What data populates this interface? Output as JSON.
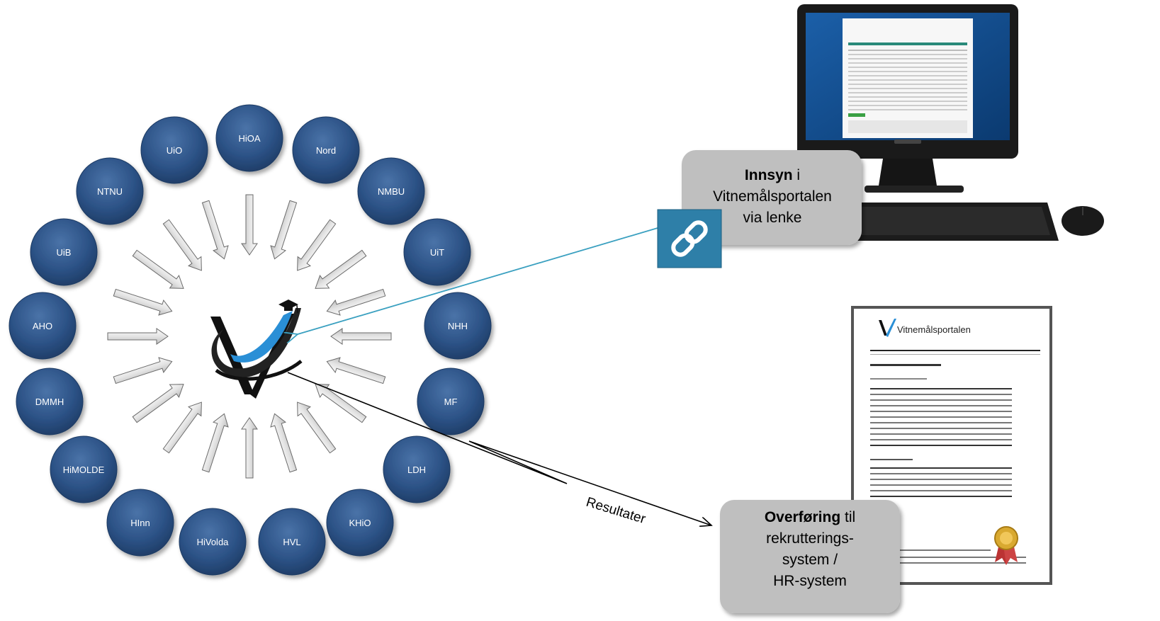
{
  "institutions": [
    "HiOA",
    "Nord",
    "NMBU",
    "UiT",
    "NHH",
    "MF",
    "LDH",
    "KHiO",
    "HVL",
    "HiVolda",
    "HInn",
    "HiMOLDE",
    "DMMH",
    "AHO",
    "UiB",
    "NTNU",
    "UiO"
  ],
  "innsyn_box": {
    "bold": "Innsyn",
    "rest": " i",
    "line2": "Vitnemålsportalen",
    "line3": "via lenke"
  },
  "overforing_box": {
    "bold": "Overføring",
    "rest": " til",
    "line2": "rekrutterings-",
    "line3": "system /",
    "line4": "HR-system"
  },
  "flow_label": "Resultater",
  "document": {
    "logo_text": "Vitnemålsportalen"
  },
  "colors": {
    "circle": "#2c5286",
    "arrow_fill": "#e6e6e6",
    "arrow_stroke": "#6b6b6b",
    "box_fill": "#bfbfbf",
    "link_tile": "#2e7fa8",
    "link_line": "#3aa0c0"
  },
  "icons": [
    "chain-link-icon",
    "vitnemal-logo-icon",
    "graduation-cap-icon",
    "desktop-computer-icon",
    "keyboard-icon",
    "mouse-icon",
    "certificate-seal-icon"
  ]
}
